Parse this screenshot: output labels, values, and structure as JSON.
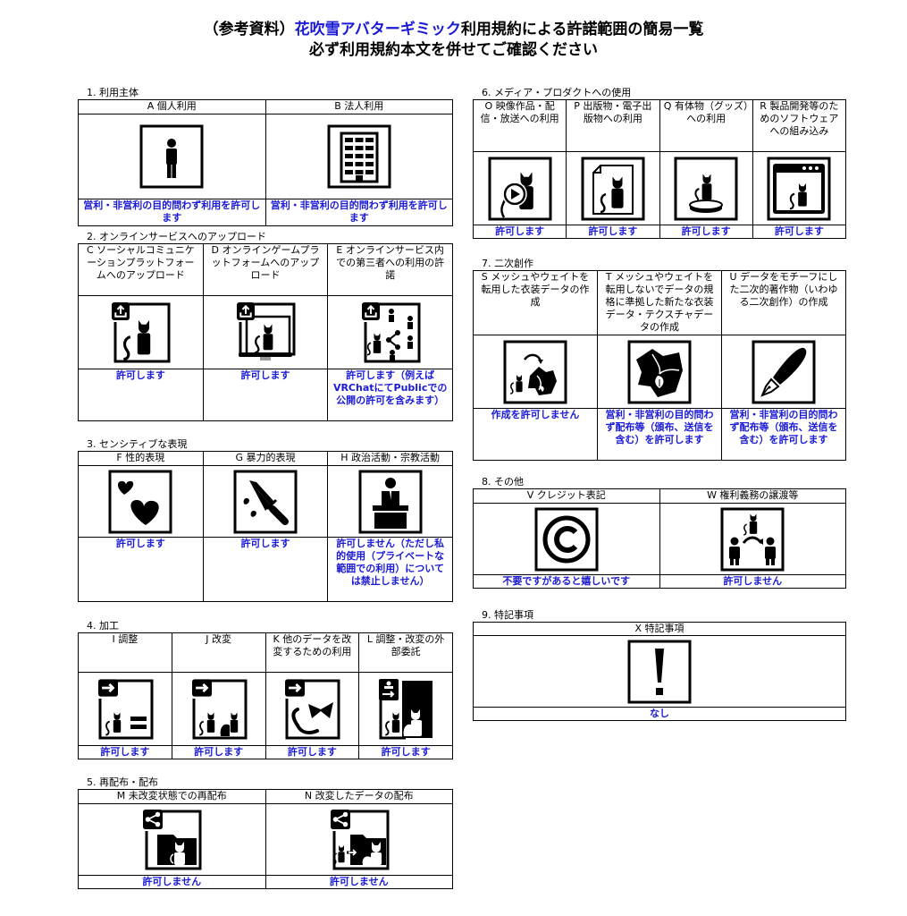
{
  "header": {
    "title_prefix": "（参考資料）",
    "title_highlight": "花吹雪アバターギミック",
    "title_suffix": "利用規約による許諾範囲の簡易一覧",
    "subtitle": "必ず利用規約本文を併せてご確認ください"
  },
  "colors": {
    "result_text": "#1a1ad6",
    "border": "#000000"
  },
  "sections": [
    {
      "title": "1. 利用主体",
      "items": [
        {
          "header": "A 個人利用",
          "icon": "person-icon",
          "result": "営利・非営利の目的問わず利用を許可します"
        },
        {
          "header": "B 法人利用",
          "icon": "office-building-icon",
          "result": "営利・非営利の目的問わず利用を許可します"
        }
      ]
    },
    {
      "title": "2. オンラインサービスへのアップロード",
      "items": [
        {
          "header": "C ソーシャルコミュニケーションプラットフォームへのアップロード",
          "icon": "upload-avatar-icon",
          "result": "許可します"
        },
        {
          "header": "D オンラインゲームプラットフォームへのアップロード",
          "icon": "upload-monitor-avatar-icon",
          "result": "許可します"
        },
        {
          "header": "E オンラインサービス内での第三者への利用の許諾",
          "icon": "upload-share-users-icon",
          "result": "許可します（例えばVRChatにてPublicでの公開の許可を含みます）"
        }
      ]
    },
    {
      "title": "3. センシティブな表現",
      "items": [
        {
          "header": "F 性的表現",
          "icon": "hearts-icon",
          "result": "許可します"
        },
        {
          "header": "G 暴力的表現",
          "icon": "knife-blood-icon",
          "result": "許可します"
        },
        {
          "header": "H 政治活動・宗教活動",
          "icon": "podium-speaker-icon",
          "result": "許可しません（ただし私的使用（プライベートな範囲での利用）については禁止しません）"
        }
      ]
    },
    {
      "title": "4. 加工",
      "items": [
        {
          "header": "I 調整",
          "icon": "adjust-equal-icon",
          "result": "許可します"
        },
        {
          "header": "J 改変",
          "icon": "modify-avatar-icon",
          "result": "許可します"
        },
        {
          "header": "K 他のデータを改変するための利用",
          "icon": "parts-reuse-icon",
          "result": "許可します"
        },
        {
          "header": "L 調整・改変の外部委託",
          "icon": "outsource-icon",
          "result": "許可します"
        }
      ]
    },
    {
      "title": "5. 再配布・配布",
      "items": [
        {
          "header": "M 未改変状態での再配布",
          "icon": "share-folder-icon",
          "result": "許可しません"
        },
        {
          "header": "N 改変したデータの配布",
          "icon": "share-modified-icon",
          "result": "許可しません"
        }
      ]
    },
    {
      "title": "6. メディア・プロダクトへの使用",
      "items": [
        {
          "header": "O 映像作品・配信・放送への利用",
          "icon": "video-play-icon",
          "result": "許可します"
        },
        {
          "header": "P 出版物・電子出版物への利用",
          "icon": "document-avatar-icon",
          "result": "許可します"
        },
        {
          "header": "Q 有体物（グッズ）への利用",
          "icon": "figure-stand-icon",
          "result": "許可します"
        },
        {
          "header": "R 製品開発等のためのソフトウェアへの組み込み",
          "icon": "software-window-icon",
          "result": "許可します"
        }
      ]
    },
    {
      "title": "7. 二次創作",
      "items": [
        {
          "header": "S メッシュやウェイトを転用した衣装データの作成",
          "icon": "avatar-to-clothing-icon",
          "result": "作成を許可しません"
        },
        {
          "header": "T メッシュやウェイトを転用しないでデータの規格に準拠した新たな衣装データ・テクスチャデータの作成",
          "icon": "clothing-icon",
          "result": "営利・非営利の目的問わず配布等（頒布、送信を含む）を許可します"
        },
        {
          "header": "U データをモチーフにした二次的著作物（いわゆる二次創作）の作成",
          "icon": "fountain-pen-icon",
          "result": "営利・非営利の目的問わず配布等（頒布、送信を含む）を許可します"
        }
      ]
    },
    {
      "title": "8. その他",
      "items": [
        {
          "header": "V クレジット表記",
          "icon": "copyright-icon",
          "result": "不要ですがあると嬉しいです"
        },
        {
          "header": "W 権利義務の譲渡等",
          "icon": "rights-transfer-icon",
          "result": "許可しません"
        }
      ]
    },
    {
      "title": "9. 特記事項",
      "items": [
        {
          "header": "X 特記事項",
          "icon": "exclamation-icon",
          "result": "なし"
        }
      ]
    }
  ]
}
